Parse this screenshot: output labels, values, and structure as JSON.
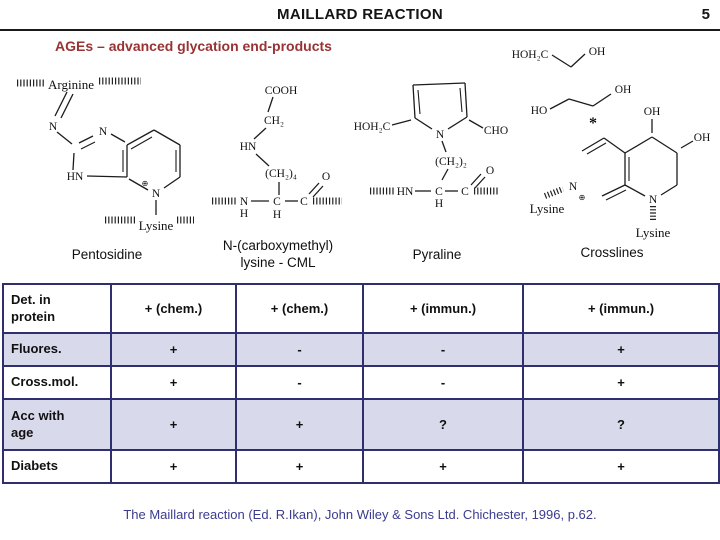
{
  "header": {
    "title": "MAILLARD REACTION",
    "page_number": "5",
    "subtitle": "AGEs – advanced glycation end-products"
  },
  "footer": {
    "citation": "The Maillard reaction (Ed. R.Ikan), John Wiley & Sons Ltd. Chichester, 1996, p.62."
  },
  "colors": {
    "subtitle_red": "#993333",
    "footer_blue": "#3B3B8F",
    "table_border_navy": "#2F2F6F",
    "row_shade_lavender": "#D9D9EC"
  },
  "structures": {
    "pentosidine": {
      "name": "Pentosidine",
      "arginine": "Arginine",
      "exo_n": "N",
      "ring_n_top": "N",
      "ring_nh": "HN",
      "ring_n_plus": "N",
      "charge": "⊕",
      "lysine": "Lysine"
    },
    "cml": {
      "name_line1": "N-(carboxymethyl)",
      "name_line2": "lysine - CML",
      "cooh": "COOH",
      "ch2": "CH₂",
      "hn": "HN",
      "ch2_4": "(CH₂)₄",
      "n": "N",
      "n_h": "H",
      "c_alpha": "C",
      "c_alpha_h": "H",
      "c_carbonyl": "C",
      "o": "O"
    },
    "pyraline": {
      "name": "Pyraline",
      "hoh2c": "HOH₂C",
      "ring_n": "N",
      "cho": "CHO",
      "ch2_2": "(CH₂)₂",
      "c_alpha": "C",
      "c_alpha_h": "H",
      "hn": "HN",
      "c_carbonyl": "C",
      "o": "O"
    },
    "crosslines": {
      "name": "Crosslines",
      "hoh2c": "HOH₂C",
      "oh_top": "OH",
      "ho": "HO",
      "oh_mid": "OH",
      "asterisk": "*",
      "ring_oh_top": "OH",
      "ring_oh_right": "OH",
      "ring_n": "N",
      "exo_n": "N",
      "charge": "⊕",
      "lysine_left": "Lysine",
      "lysine_bottom": "Lysine"
    }
  },
  "table": {
    "rows": [
      {
        "label": "Det. in protein",
        "values": [
          "+ (chem.)",
          "+ (chem.)",
          "+ (immun.)",
          "+ (immun.)"
        ]
      },
      {
        "label": "Fluores.",
        "values": [
          "+",
          "-",
          "-",
          "+"
        ]
      },
      {
        "label": "Cross.mol.",
        "values": [
          "+",
          "-",
          "-",
          "+"
        ]
      },
      {
        "label": "Acc with age",
        "values": [
          "+",
          "+",
          "?",
          "?"
        ]
      },
      {
        "label": "Diabets",
        "values": [
          "+",
          "+",
          "+",
          "+"
        ]
      }
    ]
  }
}
